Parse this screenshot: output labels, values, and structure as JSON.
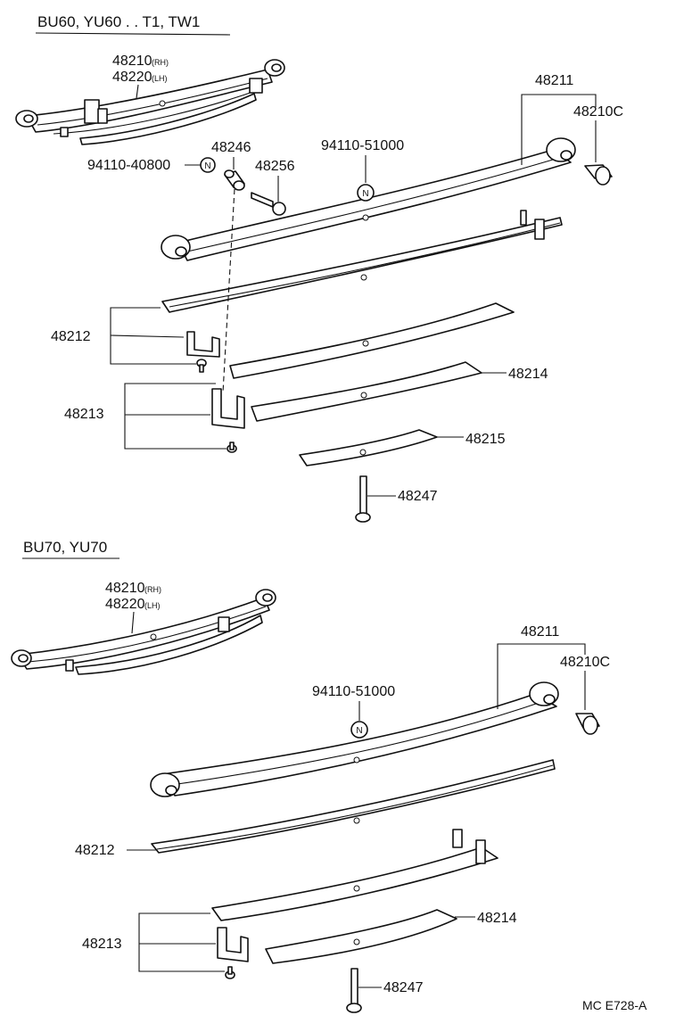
{
  "sections": {
    "top": {
      "header": "BU60, YU60 . . T1, TW1",
      "assembly": {
        "part_rh": "48210",
        "suffix_rh": "(RH)",
        "part_lh": "48220",
        "suffix_lh": "(LH)"
      },
      "labels": {
        "leaf_no1": "48211",
        "bushing": "48210C",
        "pin": "48246",
        "nut_left": "94110-40800",
        "nut_left_symbol": "N",
        "bolt_small": "48256",
        "nut_center": "94110-51000",
        "nut_center_symbol": "N",
        "clip_a": "48212",
        "clip_b": "48213",
        "leaf_4": "48214",
        "leaf_5": "48215",
        "center_bolt": "48247"
      }
    },
    "bottom": {
      "header": "BU70, YU70",
      "assembly": {
        "part_rh": "48210",
        "suffix_rh": "(RH)",
        "part_lh": "48220",
        "suffix_lh": "(LH)"
      },
      "labels": {
        "leaf_no1": "48211",
        "bushing": "48210C",
        "nut_center": "94110-51000",
        "nut_center_symbol": "N",
        "clip_a": "48212",
        "clip_b": "48213",
        "leaf_4": "48214",
        "center_bolt": "48247"
      }
    }
  },
  "figure_code": "MC E728-A"
}
